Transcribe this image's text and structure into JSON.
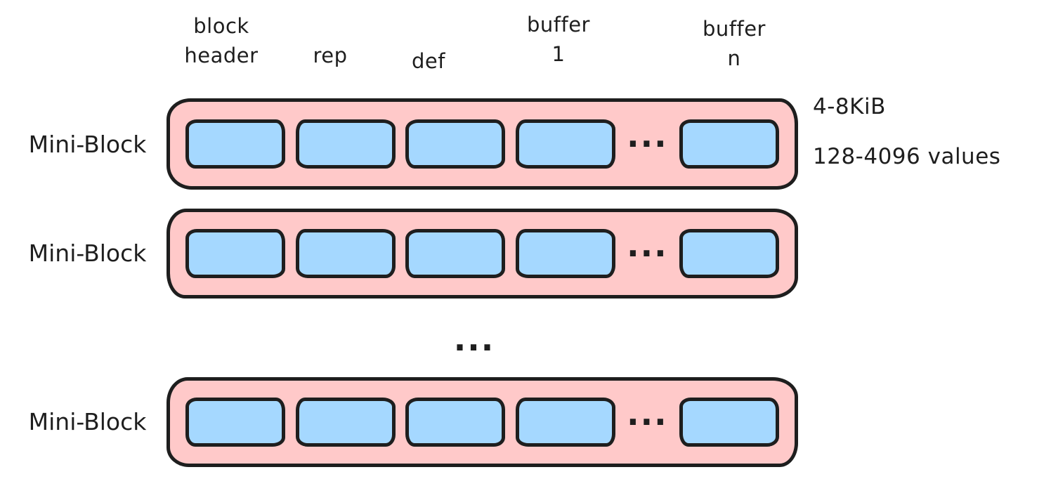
{
  "column_labels": [
    {
      "line1": "block",
      "line2": "header"
    },
    {
      "line1": "rep"
    },
    {
      "line1": "def"
    },
    {
      "line1": "buffer",
      "line2": "1"
    },
    {
      "line1": "buffer",
      "line2": "n"
    }
  ],
  "rows": [
    {
      "label": "Mini-Block"
    },
    {
      "label": "Mini-Block"
    },
    {
      "label": "Mini-Block"
    }
  ],
  "cell_ellipsis": "...",
  "rows_ellipsis": "...",
  "annotations": {
    "size_range": "4-8KiB",
    "value_range": "128-4096 values"
  },
  "colors": {
    "stroke": "#1e1e1e",
    "block_fill": "#ffc9c9",
    "buffer_fill": "#a5d8ff"
  }
}
